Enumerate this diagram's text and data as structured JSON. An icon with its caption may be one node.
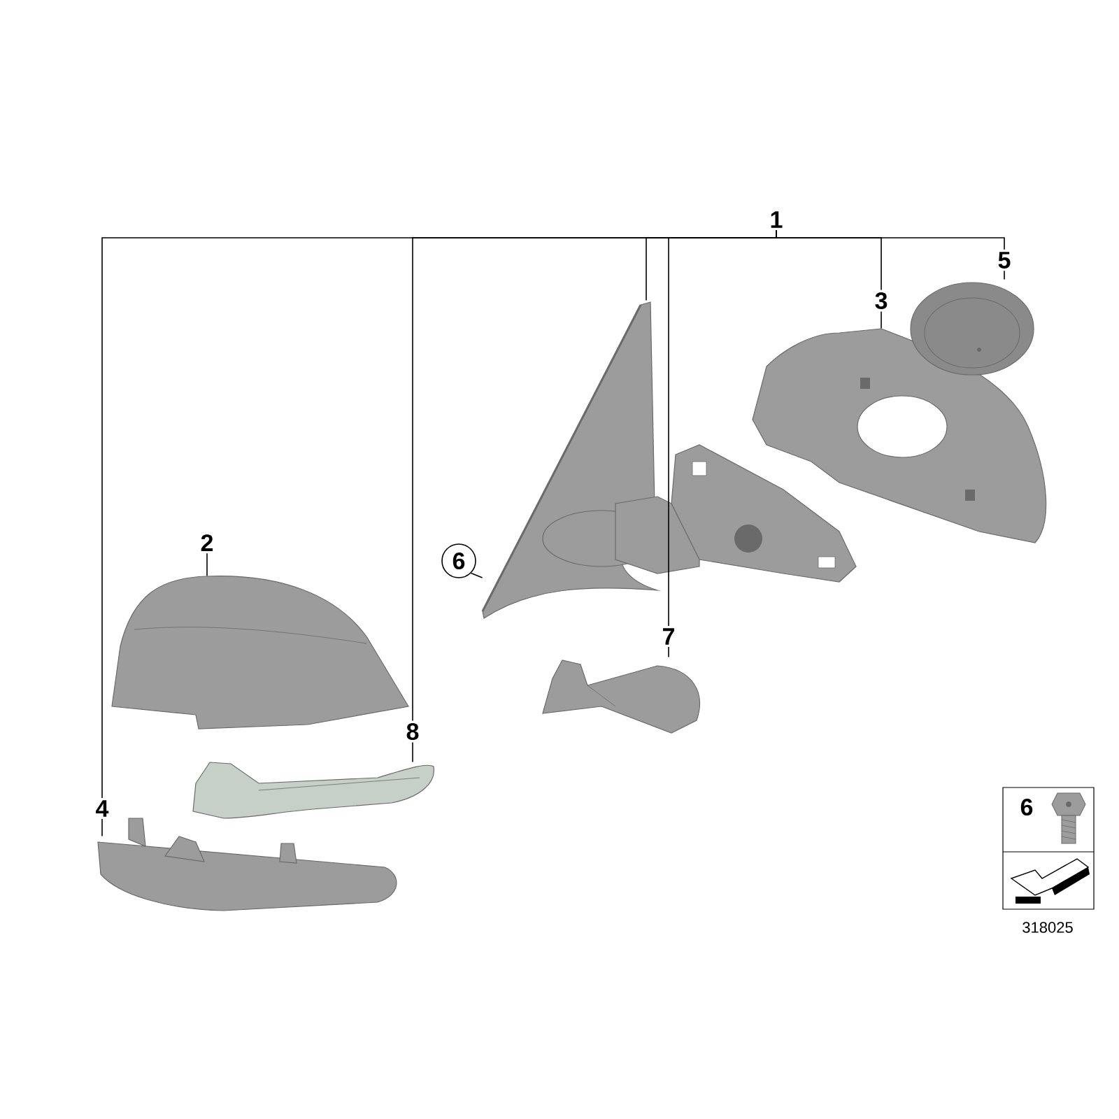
{
  "diagram": {
    "nodes": [
      {
        "text": [
          "1"
        ]
      },
      {
        "text": [
          "2"
        ]
      },
      {
        "text": [
          "3"
        ]
      },
      {
        "text": [
          "4"
        ]
      },
      {
        "text": [
          "5"
        ]
      },
      {
        "text": [
          "6"
        ]
      },
      {
        "text": [
          "7"
        ]
      },
      {
        "text": [
          "8"
        ]
      },
      {
        "text": [],
        "shape": "picture"
      },
      {
        "text": [],
        "shape": "picture"
      },
      {
        "text": [],
        "shape": "picture"
      },
      {
        "text": [],
        "shape": "picture"
      },
      {
        "text": [],
        "shape": "picture"
      },
      {
        "text": [],
        "shape": "picture"
      },
      {
        "text": [],
        "shape": "picture"
      },
      {
        "text": [
          "6"
        ]
      }
    ],
    "edges": [
      {
        "from": 0,
        "to": 3,
        "arrow": "none"
      },
      {
        "from": 0,
        "to": 7,
        "arrow": "none"
      },
      {
        "from": 0,
        "to": 12,
        "arrow": "none"
      },
      {
        "from": 0,
        "to": 6,
        "arrow": "none"
      },
      {
        "from": 0,
        "to": 2,
        "arrow": "none"
      },
      {
        "from": 0,
        "to": 4,
        "arrow": "none"
      },
      {
        "from": 1,
        "to": 8,
        "arrow": "none"
      },
      {
        "from": 2,
        "to": 9,
        "arrow": "none"
      },
      {
        "from": 3,
        "to": 10,
        "arrow": "none"
      },
      {
        "from": 4,
        "to": 11,
        "arrow": "none"
      },
      {
        "from": 5,
        "to": 12,
        "arrow": "none"
      },
      {
        "from": 6,
        "to": 13,
        "arrow": "none"
      },
      {
        "from": 7,
        "to": 14,
        "arrow": "none"
      }
    ],
    "labels": [
      "318025"
    ]
  }
}
